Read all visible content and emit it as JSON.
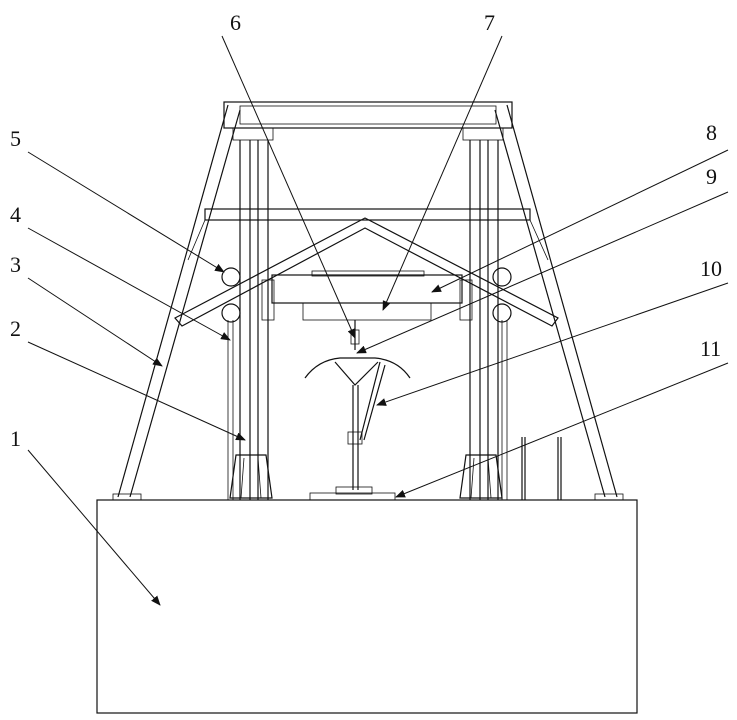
{
  "figure": {
    "labels": [
      "1",
      "2",
      "3",
      "4",
      "5",
      "6",
      "7",
      "8",
      "9",
      "10",
      "11"
    ],
    "line_color": "#111111",
    "background": "#ffffff"
  }
}
